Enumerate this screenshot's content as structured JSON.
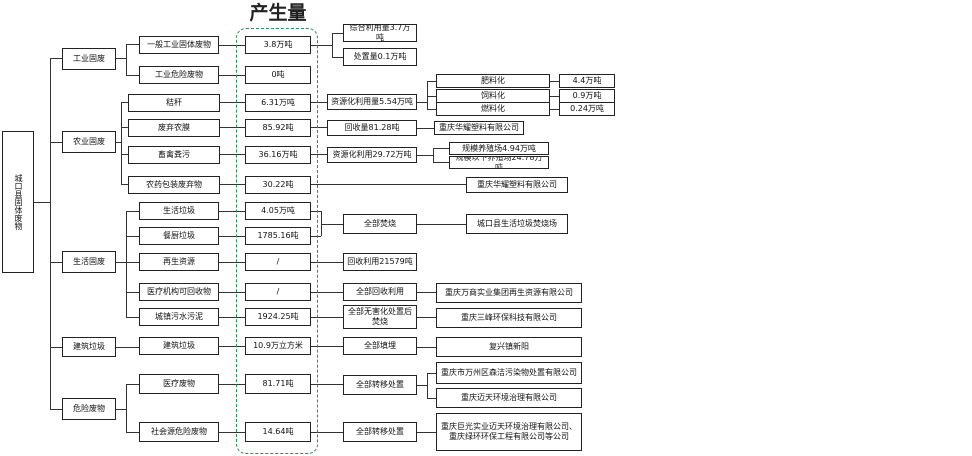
{
  "title": "产生量",
  "root": "城口县固体废物",
  "groups": [
    {
      "label": "工业固废",
      "items": [
        {
          "label": "一般工业固体废物",
          "amount": "3.8万吨",
          "outs": [
            "综合利用量3.7万吨",
            "处置量0.1万吨"
          ]
        },
        {
          "label": "工业危险废物",
          "amount": "0吨"
        }
      ]
    },
    {
      "label": "农业固废",
      "items": [
        {
          "label": "秸秆",
          "amount": "6.31万吨",
          "util": "资源化利用量5.54万吨",
          "subs": [
            {
              "label": "肥料化",
              "value": "4.4万吨"
            },
            {
              "label": "饲料化",
              "value": "0.9万吨"
            },
            {
              "label": "燃料化",
              "value": "0.24万吨"
            }
          ]
        },
        {
          "label": "废弃农膜",
          "amount": "85.92吨",
          "util": "回收量81.28吨",
          "company": "重庆华耀塑料有限公司"
        },
        {
          "label": "畜禽粪污",
          "amount": "36.16万吨",
          "util": "资源化利用29.72万吨",
          "subs": [
            {
              "label": "规模养殖场4.94万吨"
            },
            {
              "label": "规模以下养殖场24.78万吨"
            }
          ]
        },
        {
          "label": "农药包装废弃物",
          "amount": "30.22吨",
          "company": "重庆华耀塑料有限公司"
        }
      ]
    },
    {
      "label": "生活固废",
      "items": [
        {
          "label": "生活垃圾",
          "amount": "4.05万吨"
        },
        {
          "label": "餐厨垃圾",
          "amount": "1785.16吨",
          "shared_method": "全部焚烧",
          "shared_company": "城口县生活垃圾焚烧场"
        },
        {
          "label": "再生资源",
          "amount": "/",
          "util": "回收利用21579吨"
        },
        {
          "label": "医疗机构可回收物",
          "amount": "/",
          "util": "全部回收利用",
          "company": "重庆万商实业集团再生资源有限公司"
        },
        {
          "label": "城镇污水污泥",
          "amount": "1924.25吨",
          "util": "全部无害化处置后焚烧",
          "company": "重庆三峰环保科技有限公司"
        }
      ]
    },
    {
      "label": "建筑垃圾",
      "items": [
        {
          "label": "建筑垃圾",
          "amount": "10.9万立方米",
          "util": "全部填埋",
          "company": "复兴镇新阳"
        }
      ]
    },
    {
      "label": "危险废物",
      "items": [
        {
          "label": "医疗废物",
          "amount": "81.71吨",
          "util": "全部转移处置",
          "companies": [
            "重庆市万州区森洁污染物处置有限公司",
            "重庆迈天环境治理有限公司"
          ]
        },
        {
          "label": "社会源危险废物",
          "amount": "14.64吨",
          "util": "全部转移处置",
          "company": "重庆巨光实业迈天环境治理有限公司、重庆绿环环保工程有限公司等公司"
        }
      ]
    }
  ]
}
